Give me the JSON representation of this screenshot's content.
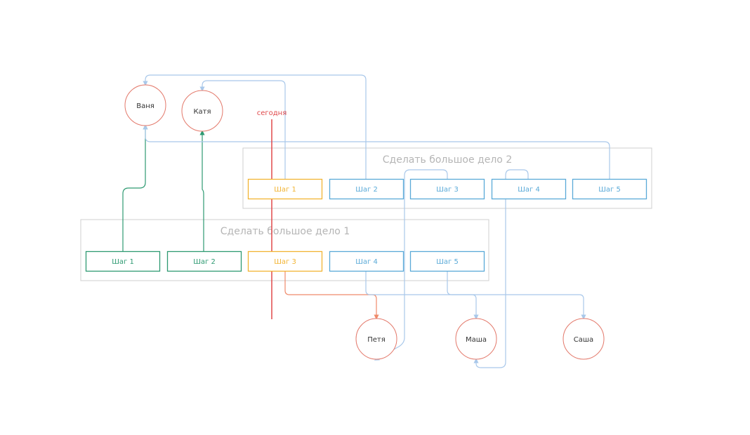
{
  "colors": {
    "done": "#2e9a72",
    "current": "#f2b433",
    "todo": "#5aaad8",
    "person": "#e3786a",
    "group": "#cfcfcf",
    "group_title": "#b5b5b5",
    "link_todo": "#a9c8ea",
    "link_current": "#ef8a6a",
    "today": "#e0484a"
  },
  "today": {
    "label": "сегодня"
  },
  "groups": [
    {
      "id": "g1",
      "title": "Сделать большое дело 1",
      "steps": [
        {
          "id": "g1s1",
          "label": "Шаг 1",
          "status": "done"
        },
        {
          "id": "g1s2",
          "label": "Шаг 2",
          "status": "done"
        },
        {
          "id": "g1s3",
          "label": "Шаг 3",
          "status": "current"
        },
        {
          "id": "g1s4",
          "label": "Шаг 4",
          "status": "todo"
        },
        {
          "id": "g1s5",
          "label": "Шаг 5",
          "status": "todo"
        }
      ]
    },
    {
      "id": "g2",
      "title": "Сделать большое дело 2",
      "steps": [
        {
          "id": "g2s1",
          "label": "Шаг 1",
          "status": "current"
        },
        {
          "id": "g2s2",
          "label": "Шаг 2",
          "status": "todo"
        },
        {
          "id": "g2s3",
          "label": "Шаг 3",
          "status": "todo"
        },
        {
          "id": "g2s4",
          "label": "Шаг 4",
          "status": "todo"
        },
        {
          "id": "g2s5",
          "label": "Шаг 5",
          "status": "todo"
        }
      ]
    }
  ],
  "people": [
    {
      "id": "vanya",
      "name": "Ваня"
    },
    {
      "id": "katya",
      "name": "Катя"
    },
    {
      "id": "petya",
      "name": "Петя"
    },
    {
      "id": "masha",
      "name": "Маша"
    },
    {
      "id": "sasha",
      "name": "Саша"
    }
  ],
  "links": [
    {
      "from": "g1s1",
      "to": "vanya",
      "status": "done"
    },
    {
      "from": "g1s2",
      "to": "katya",
      "status": "done"
    },
    {
      "from": "g1s3",
      "to": "petya",
      "status": "current"
    },
    {
      "from": "g1s4",
      "to": "masha",
      "status": "todo"
    },
    {
      "from": "g1s5",
      "to": "sasha",
      "status": "todo"
    },
    {
      "from": "g2s1",
      "to": "katya",
      "status": "todo"
    },
    {
      "from": "g2s2",
      "to": "vanya",
      "status": "todo"
    },
    {
      "from": "g2s5",
      "to": "vanya",
      "status": "todo"
    },
    {
      "from": "g2s3",
      "to": "petya",
      "status": "todo"
    },
    {
      "from": "g2s4",
      "to": "masha",
      "status": "todo"
    }
  ]
}
